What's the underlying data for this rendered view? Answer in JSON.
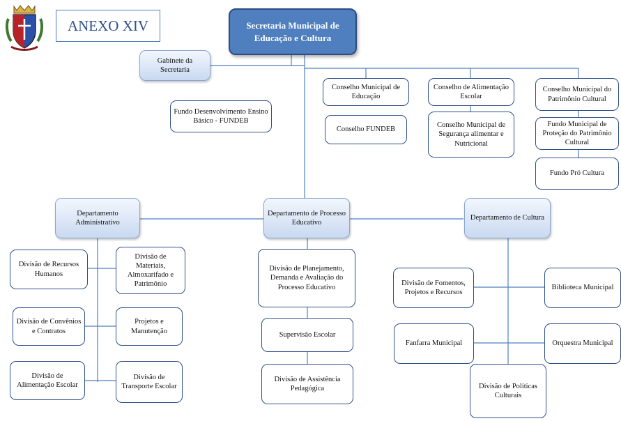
{
  "header": {
    "anexo": "ANEXO XIV"
  },
  "top": "Secretaria Municipal de Educação e Cultura",
  "gabinete": "Gabinete da Secretaria",
  "fundeb": "Fundo Desenvolvimento Ensino Básico - FUNDEB",
  "conselhos": {
    "educacao": "Conselho Municipal de Educação",
    "fundeb": "Conselho FUNDEB",
    "alimentacao": "Conselho de Alimentação Escolar",
    "seguranca": "Conselho Municipal de Segurança alimentar e Nutricional",
    "patrimonio": "Conselho Municipal do Patrimônio Cultural",
    "fundo_protecao": "Fundo Municipal de Proteção do Patrimônio Cultural",
    "fundo_cultura": "Fundo Pró Cultura"
  },
  "departamentos": {
    "administrativo": "Departamento Administrativo",
    "processo": "Departamento de Processo Educativo",
    "cultura": "Departamento de Cultura"
  },
  "administrativo": {
    "rh": "Divisão de Recursos Humanos",
    "materiais": "Divisão de Materiais, Almoxarifado e Patrimônio",
    "convenios": "Divisão de Convênios e Contratos",
    "projetos": "Projetos e Manutenção",
    "alimentacao": "Divisão de Alimentação Escolar",
    "transporte": "Divisão de Transporte Escolar"
  },
  "processo": {
    "planejamento": "Divisão de Planejamento, Demanda e Avaliação do Processo Educativo",
    "supervisao": "Supervisão Escolar",
    "assistencia": "Divisão de Assistência Pedagógica"
  },
  "cultura": {
    "fomentos": "Divisão de Fomentos, Projetos e Recursos",
    "biblioteca": "Biblioteca Municipal",
    "fanfarra": "Fanfarra Municipal",
    "orquestra": "Orquestra Municipal",
    "politicas": "Divisão de Políticas Culturais"
  }
}
